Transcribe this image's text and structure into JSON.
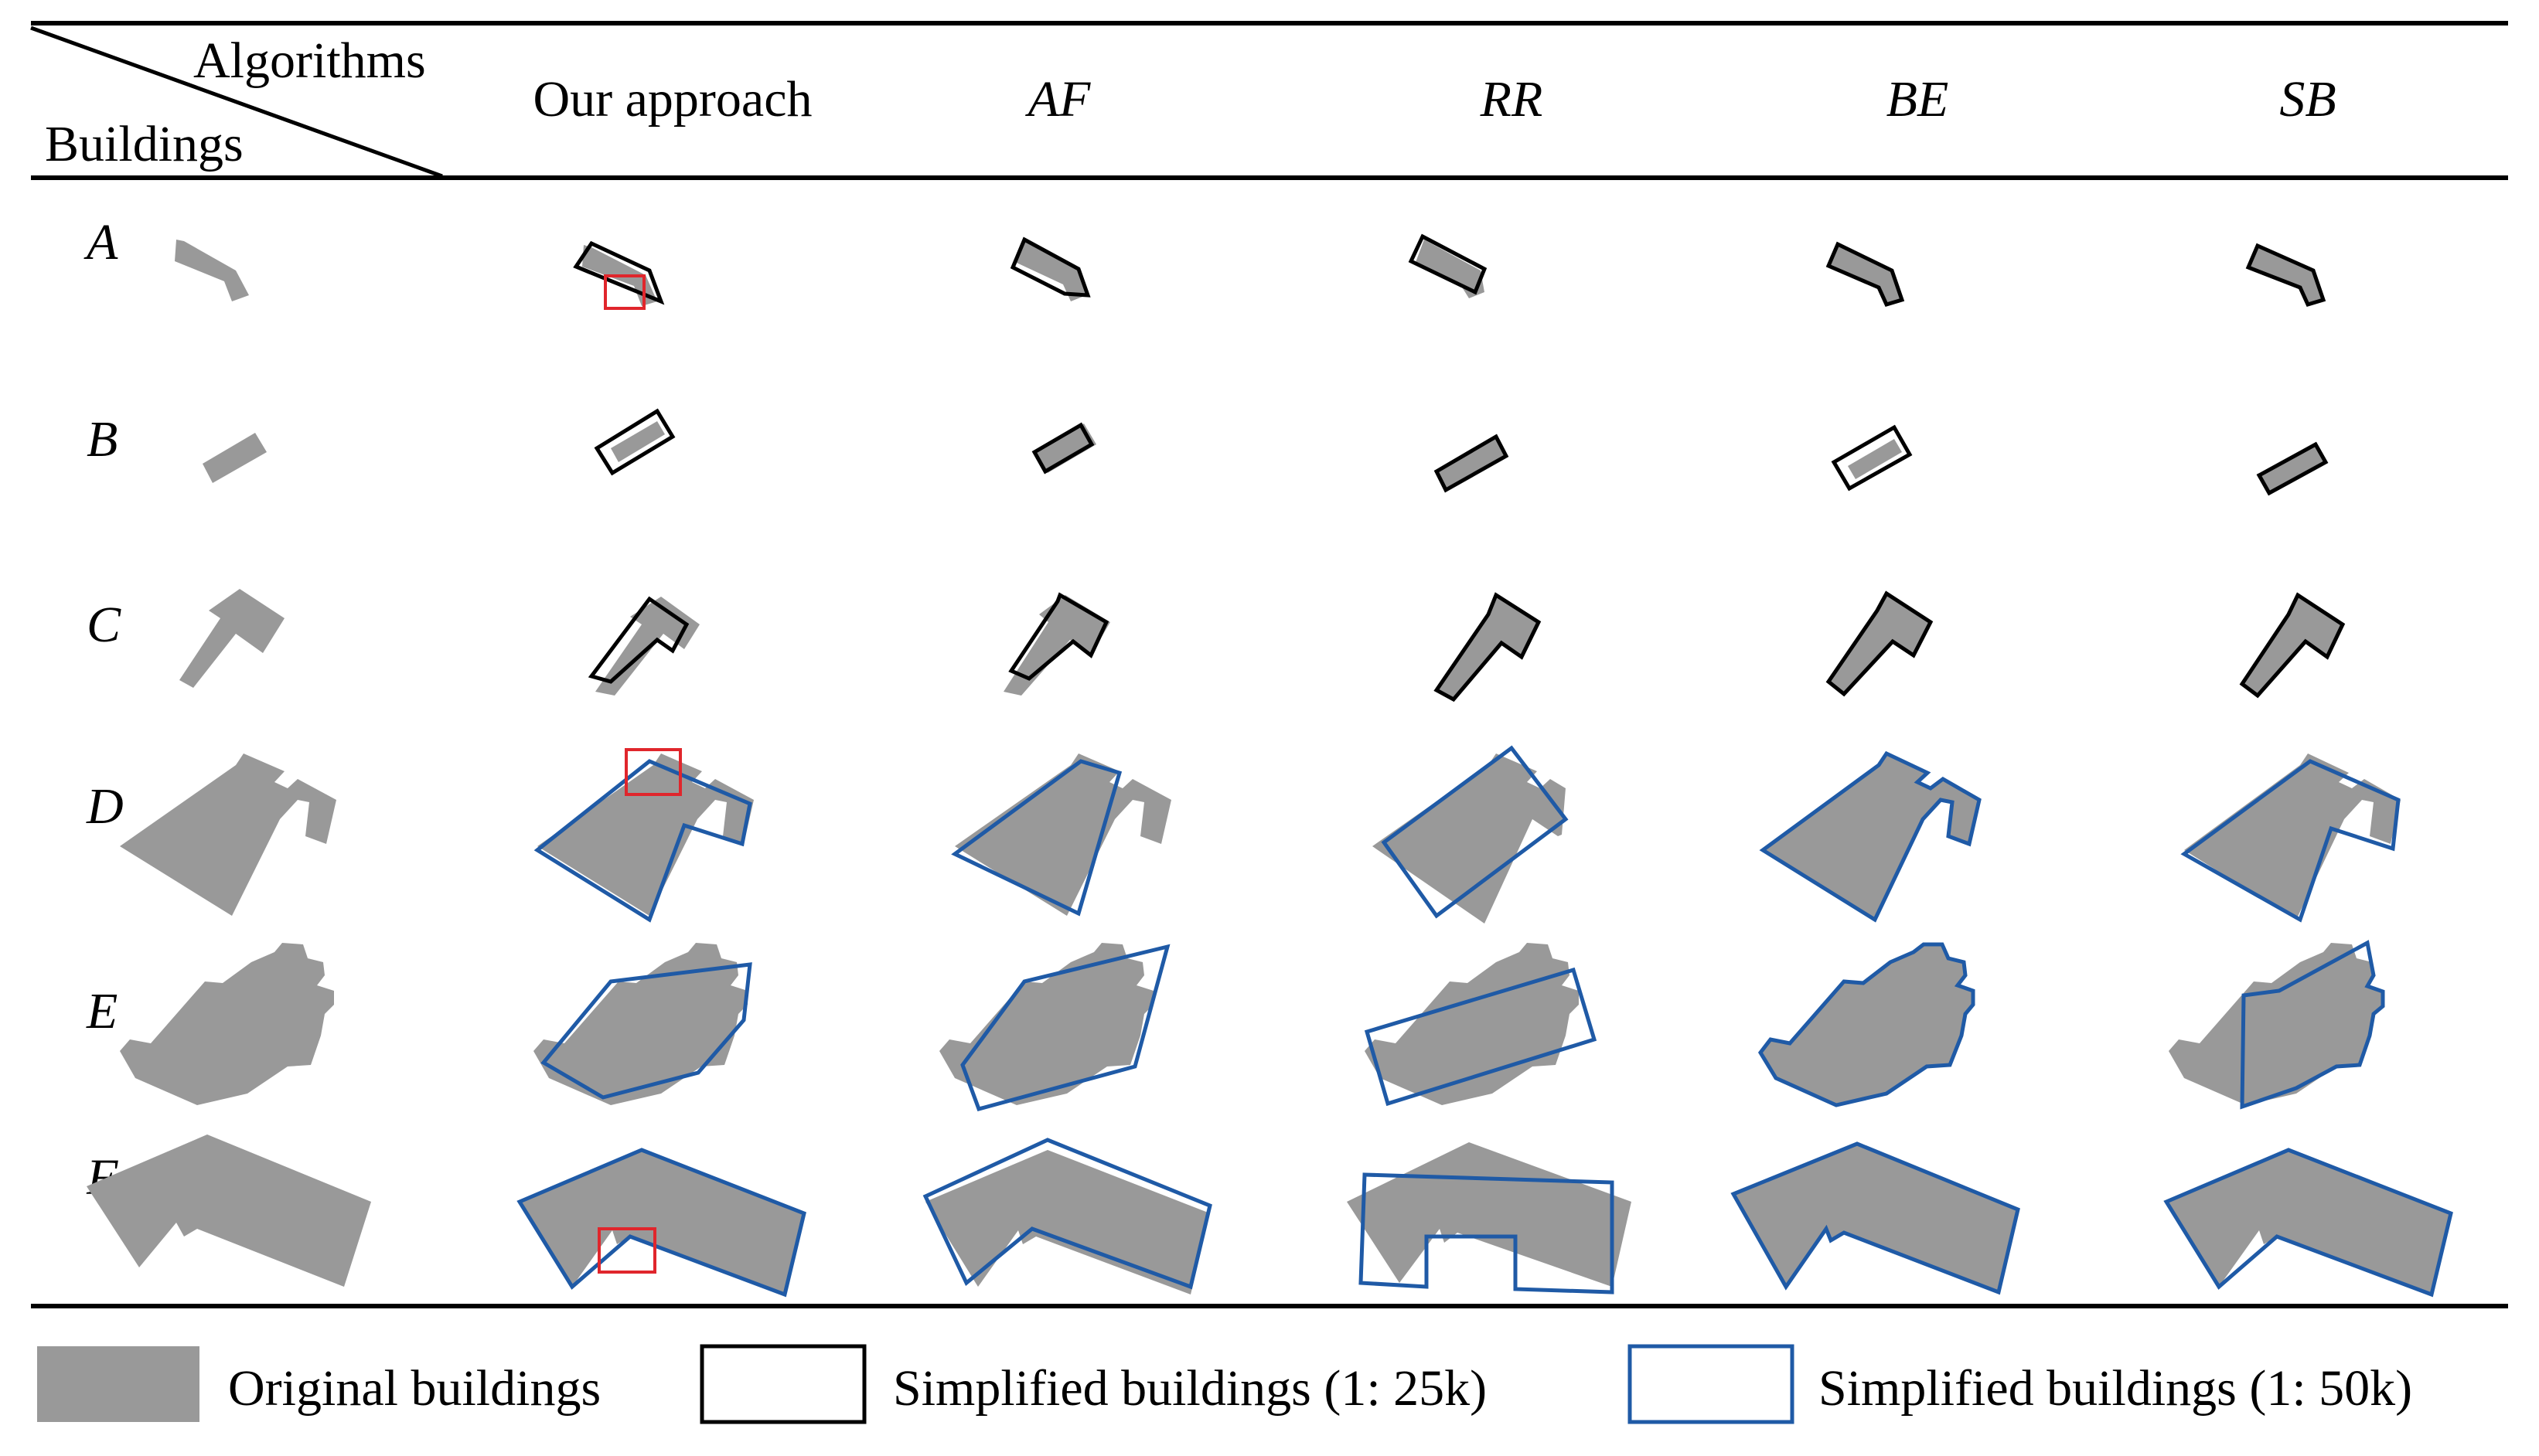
{
  "header": {
    "algorithms_label": "Algorithms",
    "buildings_label": "Buildings",
    "columns": [
      {
        "label": "Our approach",
        "italic": false
      },
      {
        "label": "AF",
        "italic": true
      },
      {
        "label": "RR",
        "italic": true
      },
      {
        "label": "BE",
        "italic": true
      },
      {
        "label": "SB",
        "italic": true
      }
    ]
  },
  "rows": [
    "A",
    "B",
    "C",
    "D",
    "E",
    "F"
  ],
  "legend": {
    "original": "Original buildings",
    "simplified_25k": "Simplified buildings (1: 25k)",
    "simplified_50k": "Simplified buildings (1: 50k)"
  },
  "colors": {
    "original_fill": "#999999",
    "simplified_25k_stroke": "#000000",
    "simplified_50k_stroke": "#1f5aa6",
    "highlight_box": "#e0262c"
  }
}
